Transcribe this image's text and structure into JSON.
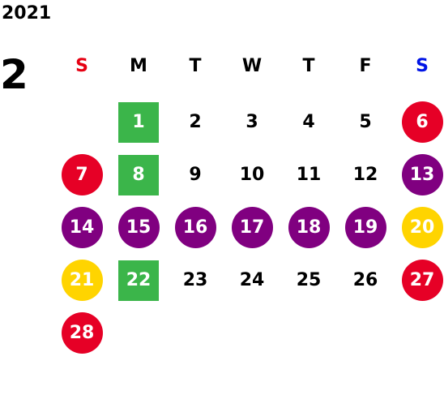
{
  "year": "2021",
  "month": "2",
  "colors": {
    "sunday_header": "#e60012",
    "saturday_header": "#0014e6",
    "red": "#e60026",
    "purple": "#800080",
    "yellow": "#ffd400",
    "green": "#3bb54a"
  },
  "weekdays": [
    {
      "label": "S",
      "color": "#e60012"
    },
    {
      "label": "M",
      "color": "#000000"
    },
    {
      "label": "T",
      "color": "#000000"
    },
    {
      "label": "W",
      "color": "#000000"
    },
    {
      "label": "T",
      "color": "#000000"
    },
    {
      "label": "F",
      "color": "#000000"
    },
    {
      "label": "S",
      "color": "#0014e6"
    }
  ],
  "days": [
    {
      "day": "1",
      "col": 1,
      "week": 0,
      "marker": "square",
      "color": "#3bb54a"
    },
    {
      "day": "2",
      "col": 2,
      "week": 0,
      "marker": "none"
    },
    {
      "day": "3",
      "col": 3,
      "week": 0,
      "marker": "none"
    },
    {
      "day": "4",
      "col": 4,
      "week": 0,
      "marker": "none"
    },
    {
      "day": "5",
      "col": 5,
      "week": 0,
      "marker": "none"
    },
    {
      "day": "6",
      "col": 6,
      "week": 0,
      "marker": "circle",
      "color": "#e60026"
    },
    {
      "day": "7",
      "col": 0,
      "week": 1,
      "marker": "circle",
      "color": "#e60026"
    },
    {
      "day": "8",
      "col": 1,
      "week": 1,
      "marker": "square",
      "color": "#3bb54a"
    },
    {
      "day": "9",
      "col": 2,
      "week": 1,
      "marker": "none"
    },
    {
      "day": "10",
      "col": 3,
      "week": 1,
      "marker": "none"
    },
    {
      "day": "11",
      "col": 4,
      "week": 1,
      "marker": "none"
    },
    {
      "day": "12",
      "col": 5,
      "week": 1,
      "marker": "none"
    },
    {
      "day": "13",
      "col": 6,
      "week": 1,
      "marker": "circle",
      "color": "#800080"
    },
    {
      "day": "14",
      "col": 0,
      "week": 2,
      "marker": "circle",
      "color": "#800080"
    },
    {
      "day": "15",
      "col": 1,
      "week": 2,
      "marker": "circle",
      "color": "#800080"
    },
    {
      "day": "16",
      "col": 2,
      "week": 2,
      "marker": "circle",
      "color": "#800080"
    },
    {
      "day": "17",
      "col": 3,
      "week": 2,
      "marker": "circle",
      "color": "#800080"
    },
    {
      "day": "18",
      "col": 4,
      "week": 2,
      "marker": "circle",
      "color": "#800080"
    },
    {
      "day": "19",
      "col": 5,
      "week": 2,
      "marker": "circle",
      "color": "#800080"
    },
    {
      "day": "20",
      "col": 6,
      "week": 2,
      "marker": "circle",
      "color": "#ffd400"
    },
    {
      "day": "21",
      "col": 0,
      "week": 3,
      "marker": "circle",
      "color": "#ffd400"
    },
    {
      "day": "22",
      "col": 1,
      "week": 3,
      "marker": "square",
      "color": "#3bb54a"
    },
    {
      "day": "23",
      "col": 2,
      "week": 3,
      "marker": "none"
    },
    {
      "day": "24",
      "col": 3,
      "week": 3,
      "marker": "none"
    },
    {
      "day": "25",
      "col": 4,
      "week": 3,
      "marker": "none"
    },
    {
      "day": "26",
      "col": 5,
      "week": 3,
      "marker": "none"
    },
    {
      "day": "27",
      "col": 6,
      "week": 3,
      "marker": "circle",
      "color": "#e60026"
    },
    {
      "day": "28",
      "col": 0,
      "week": 4,
      "marker": "circle",
      "color": "#e60026"
    }
  ]
}
